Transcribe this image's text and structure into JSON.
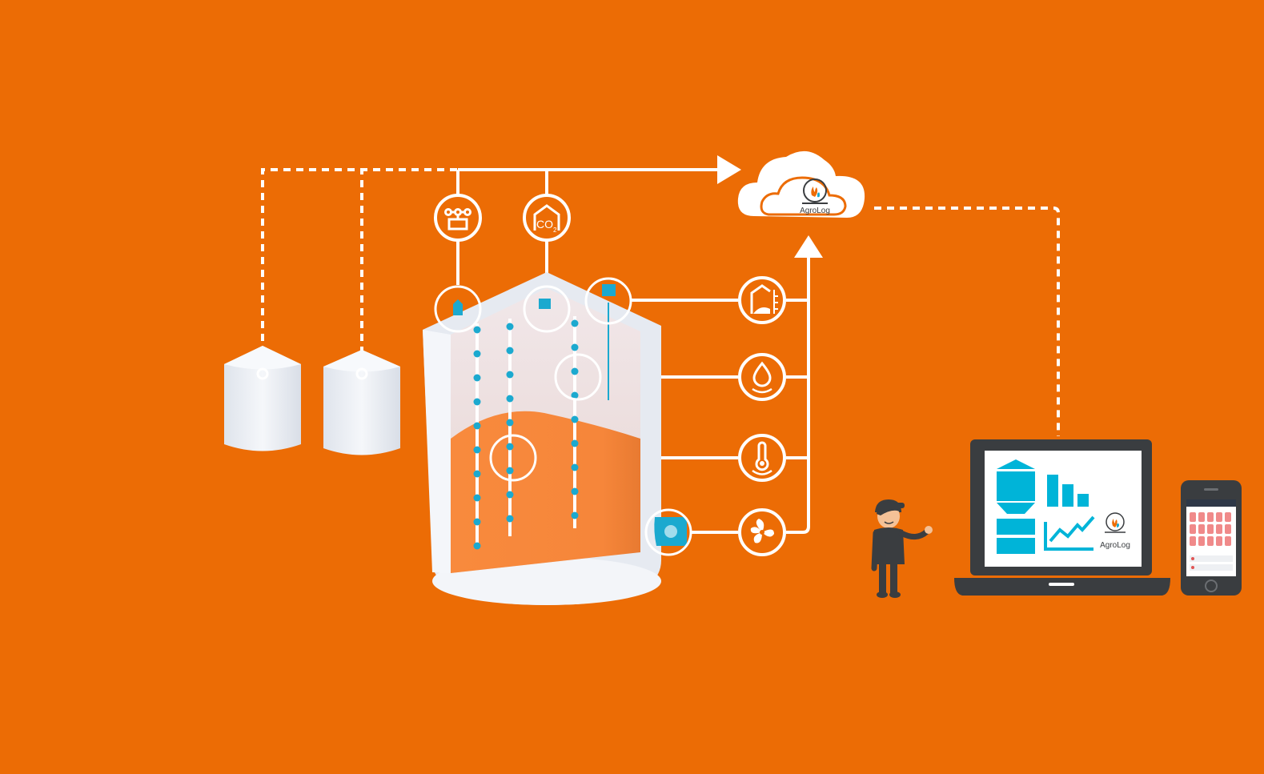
{
  "colors": {
    "background": "#ec6c05",
    "line": "#ffffff",
    "sensor_blue": "#1ba9cf",
    "grain": "#f6873a",
    "silo_white": "#eef1f6",
    "device_dark": "#3a3d40",
    "screen_cyan": "#00b4d8"
  },
  "cloud": {
    "brand_label": "AgroLog"
  },
  "laptop": {
    "brand_label": "AgroLog"
  },
  "icons": {
    "top": [
      "level-sensor-icon",
      "co2-sensor-icon"
    ],
    "right": [
      "grain-level-icon",
      "moisture-icon",
      "temperature-icon",
      "fan-icon"
    ]
  },
  "co2_label": {
    "main": "CO",
    "sub": "2"
  }
}
